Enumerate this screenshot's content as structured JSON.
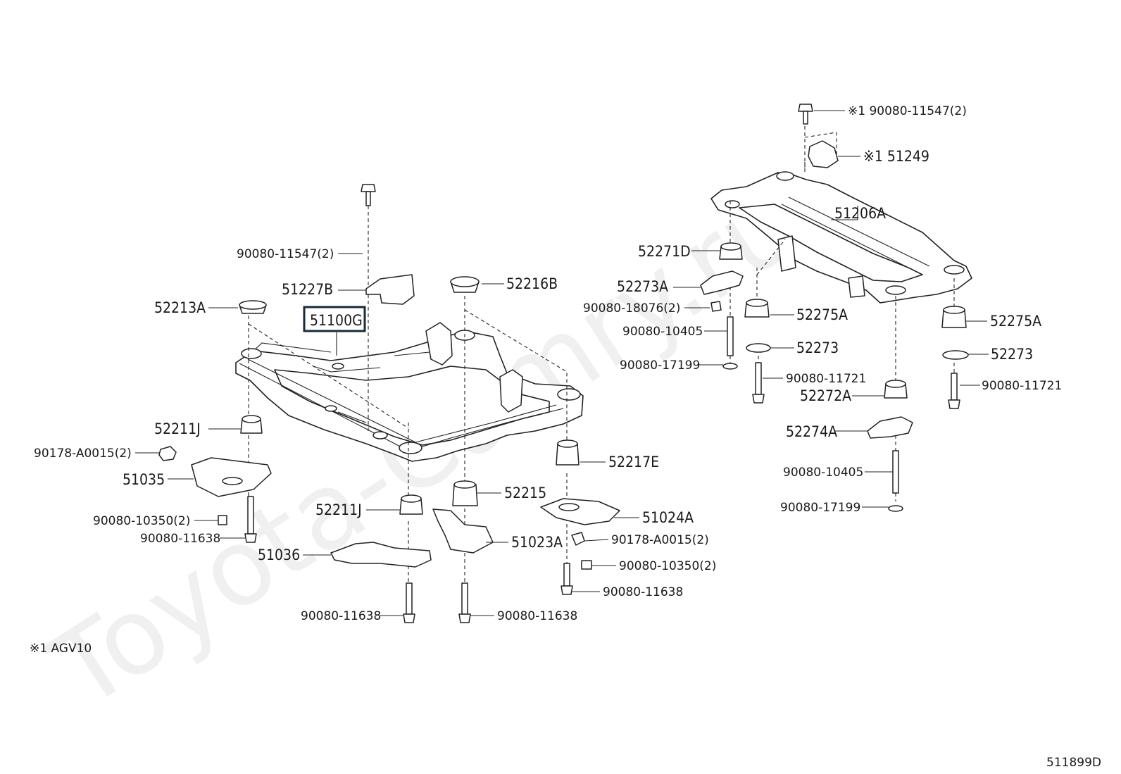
{
  "watermark": "Toyota-Camry.ru",
  "diagram_code": "511899D",
  "footnote": "※1 AGV10",
  "highlighted_part": "51100G",
  "labels": {
    "p51100G": "51100G",
    "p51227B": "51227B",
    "p90080_11547_2": "90080-11547(2)",
    "p52213A": "52213A",
    "p52216B": "52216B",
    "p52211J_top": "52211J",
    "p90178_A0015_2_left": "90178-A0015(2)",
    "p51035": "51035",
    "p90080_10350_2_left": "90080-10350(2)",
    "p90080_11638_left": "90080-11638",
    "p52211J_bottom": "52211J",
    "p51036": "51036",
    "p90080_11638_bottom_left": "90080-11638",
    "p52215": "52215",
    "p51023A": "51023A",
    "p90080_11638_bottom_mid": "90080-11638",
    "p52217E": "52217E",
    "p51024A": "51024A",
    "p90178_A0015_2_right": "90178-A0015(2)",
    "p90080_10350_2_right": "90080-10350(2)",
    "p90080_11638_right": "90080-11638",
    "p_rear_bolt_top": "※1 90080-11547(2)",
    "p51249": "※1 51249",
    "p51206A": "51206A",
    "p52271D": "52271D",
    "p52273A": "52273A",
    "p90080_18076_2": "90080-18076(2)",
    "p90080_10405_a": "90080-10405",
    "p90080_17199_a": "90080-17199",
    "p52275A_a": "52275A",
    "p52273_a": "52273",
    "p90080_11721_a": "90080-11721",
    "p52272A": "52272A",
    "p52274A": "52274A",
    "p90080_10405_b": "90080-10405",
    "p90080_17199_b": "90080-17199",
    "p52275A_b": "52275A",
    "p52273_b": "52273",
    "p90080_11721_b": "90080-11721"
  }
}
